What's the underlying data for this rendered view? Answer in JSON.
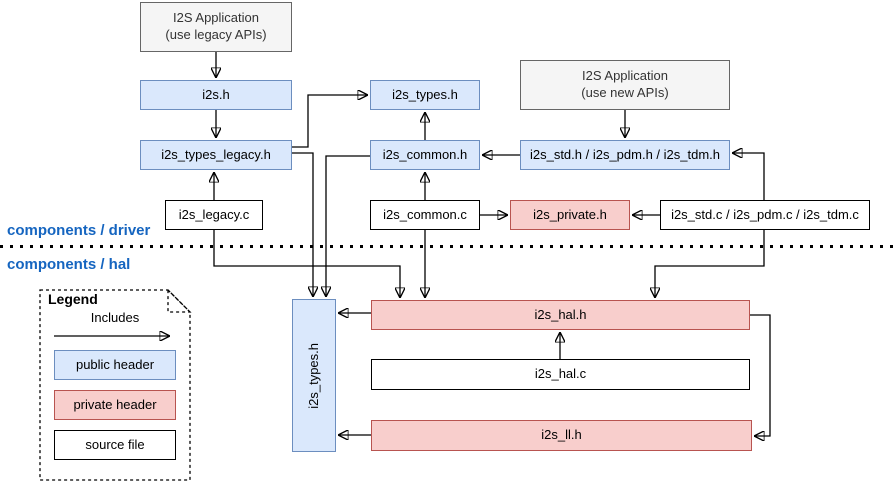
{
  "sections": {
    "driver_label": "components / driver",
    "hal_label": "components / hal"
  },
  "nodes": {
    "app_legacy_line1": "I2S Application",
    "app_legacy_line2": "(use legacy APIs)",
    "app_new_line1": "I2S Application",
    "app_new_line2": "(use new APIs)",
    "i2s_h": "i2s.h",
    "i2s_types_legacy_h": "i2s_types_legacy.h",
    "i2s_legacy_c": "i2s_legacy.c",
    "i2s_types_h_driver": "i2s_types.h",
    "i2s_common_h": "i2s_common.h",
    "i2s_common_c": "i2s_common.c",
    "i2s_std_pdm_tdm_h": "i2s_std.h / i2s_pdm.h / i2s_tdm.h",
    "i2s_private_h": "i2s_private.h",
    "i2s_std_pdm_tdm_c": "i2s_std.c / i2s_pdm.c / i2s_tdm.c",
    "i2s_types_h_hal": "i2s_types.h",
    "i2s_hal_h": "i2s_hal.h",
    "i2s_hal_c": "i2s_hal.c",
    "i2s_ll_h": "i2s_ll.h"
  },
  "legend": {
    "title": "Legend",
    "includes_label": "Includes",
    "public_header": "public header",
    "private_header": "private header",
    "source_file": "source file"
  },
  "colors": {
    "public_header_fill": "#dae8fc",
    "public_header_border": "#6c8ebf",
    "private_header_fill": "#f8cecc",
    "private_header_border": "#b85450",
    "app_fill": "#f5f5f5",
    "app_border": "#666666",
    "source_fill": "#ffffff",
    "source_border": "#000000",
    "section_label_text": "#1565c0",
    "edge_stroke": "#000000"
  },
  "edges": [
    {
      "from": "I2S Application (use legacy APIs)",
      "to": "i2s.h"
    },
    {
      "from": "i2s.h",
      "to": "i2s_types_legacy.h"
    },
    {
      "from": "i2s_legacy.c",
      "to": "i2s_types_legacy.h"
    },
    {
      "from": "i2s_types_legacy.h",
      "to": "i2s_types.h (driver)"
    },
    {
      "from": "i2s_types_legacy.h",
      "to": "i2s_types.h (hal)"
    },
    {
      "from": "i2s_common.h",
      "to": "i2s_types.h (driver)"
    },
    {
      "from": "i2s_common.h",
      "to": "i2s_types.h (hal)"
    },
    {
      "from": "i2s_common.c",
      "to": "i2s_common.h"
    },
    {
      "from": "i2s_common.c",
      "to": "i2s_private.h"
    },
    {
      "from": "i2s_common.c",
      "to": "i2s_hal.h"
    },
    {
      "from": "i2s_std.h / i2s_pdm.h / i2s_tdm.h",
      "to": "i2s_common.h"
    },
    {
      "from": "I2S Application (use new APIs)",
      "to": "i2s_std.h / i2s_pdm.h / i2s_tdm.h"
    },
    {
      "from": "i2s_std.c / i2s_pdm.c / i2s_tdm.c",
      "to": "i2s_std.h / i2s_pdm.h / i2s_tdm.h"
    },
    {
      "from": "i2s_std.c / i2s_pdm.c / i2s_tdm.c",
      "to": "i2s_private.h"
    },
    {
      "from": "i2s_std.c / i2s_pdm.c / i2s_tdm.c",
      "to": "i2s_hal.h"
    },
    {
      "from": "i2s_legacy.c",
      "to": "i2s_hal.h"
    },
    {
      "from": "i2s_hal.h",
      "to": "i2s_types.h (hal)"
    },
    {
      "from": "i2s_hal.h",
      "to": "i2s_ll.h"
    },
    {
      "from": "i2s_hal.c",
      "to": "i2s_hal.h"
    },
    {
      "from": "i2s_ll.h",
      "to": "i2s_types.h (hal)"
    }
  ]
}
